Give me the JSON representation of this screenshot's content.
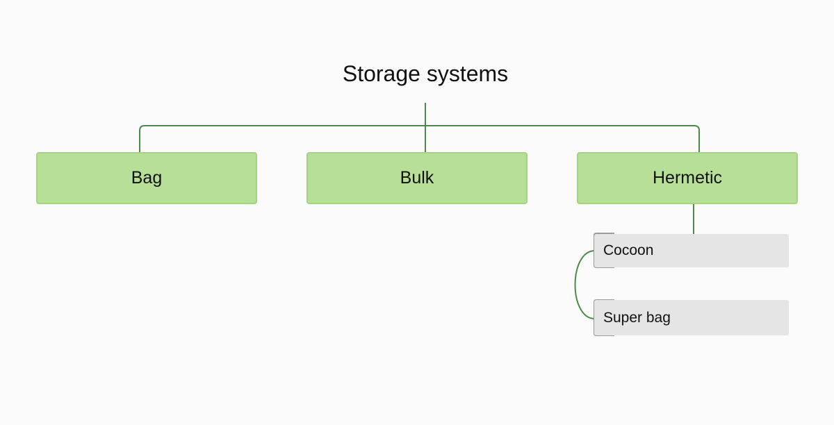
{
  "diagram": {
    "title": "Storage systems",
    "categories": [
      {
        "label": "Bag"
      },
      {
        "label": "Bulk"
      },
      {
        "label": "Hermetic"
      }
    ],
    "hermetic_children": [
      {
        "label": "Cocoon"
      },
      {
        "label": "Super bag"
      }
    ]
  },
  "colors": {
    "connector": "#4a8a4a",
    "category_fill": "#b8df98",
    "category_border": "#a4d383",
    "leaf_fill": "#e5e5e5",
    "leaf_bracket": "#9a9a9a"
  }
}
